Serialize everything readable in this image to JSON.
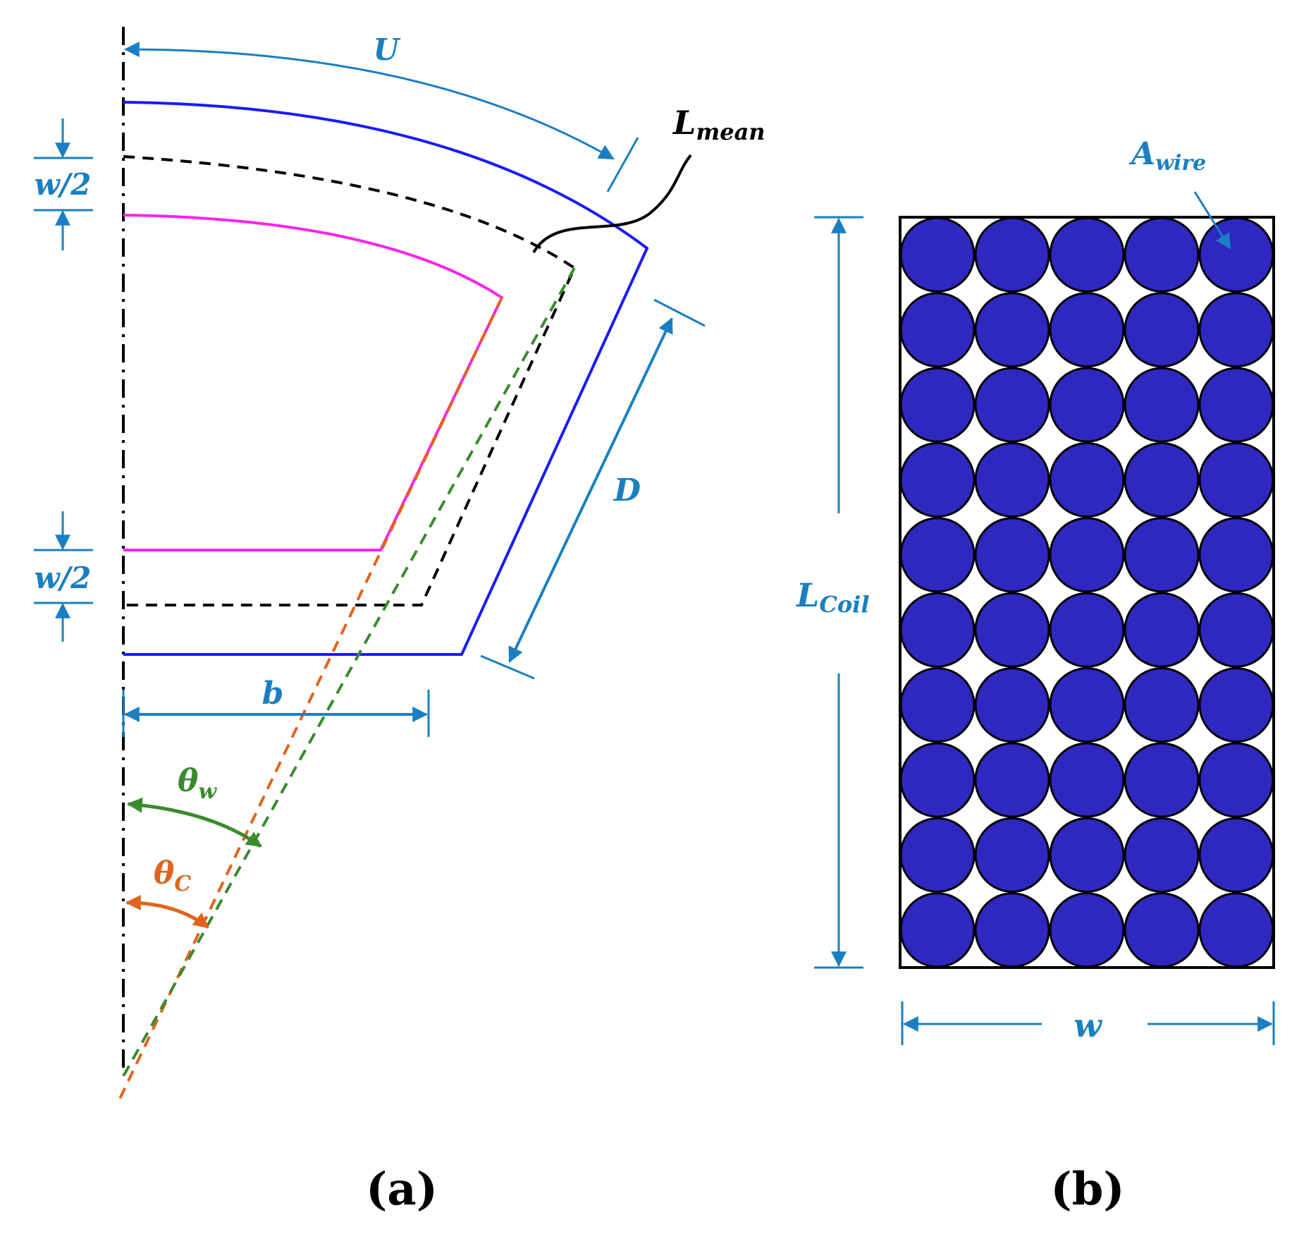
{
  "panel_a": {
    "caption": "(a)",
    "labels": {
      "U": "U",
      "L_main": "L",
      "L_sub": "mean",
      "w2_top": "w/2",
      "w2_bottom": "w/2",
      "D": "D",
      "b": "b",
      "theta_w_main": "θ",
      "theta_w_sub": "w",
      "theta_c_main": "θ",
      "theta_c_sub": "C"
    }
  },
  "panel_b": {
    "caption": "(b)",
    "grid": {
      "rows": 10,
      "cols": 5
    },
    "labels": {
      "A_main": "A",
      "A_sub": "wire",
      "L_main": "L",
      "L_sub": "Coil",
      "w": "w"
    }
  },
  "colors": {
    "dimension": "#1a7fc1",
    "outer_coil": "#1a1aff",
    "inner_coil": "#ff22ee",
    "mean_path": "#000000",
    "theta_c": "#e0641c",
    "theta_w": "#3a8a2e",
    "wire_fill": "#2e28c0"
  }
}
